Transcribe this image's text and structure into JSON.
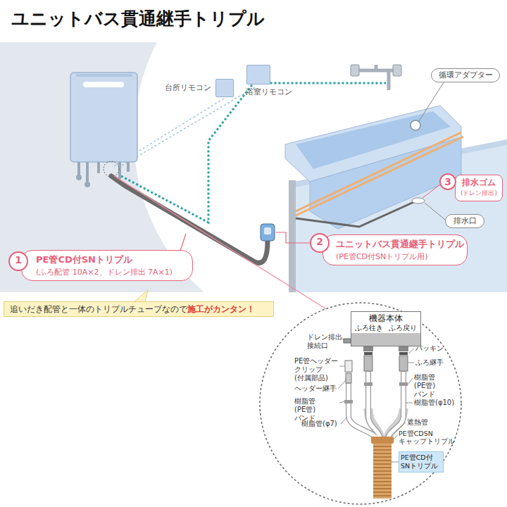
{
  "diagram": {
    "title": "ユニットバス貫通継手トリプル",
    "nodes": [
      {
        "text": [
          "台所リモコン"
        ]
      },
      {
        "text": [
          "浴室リモコン"
        ]
      },
      {
        "text": [
          "循環アダプター"
        ]
      },
      {
        "text": [
          "3"
        ]
      },
      {
        "text": [
          "排水ゴム",
          "(ドレン排出)"
        ]
      },
      {
        "text": [
          "排水口"
        ]
      },
      {
        "text": [
          "1"
        ]
      },
      {
        "text": [
          "PE管CD付SNトリプル",
          "(ふろ配管 10A×2、ドレン排出 7A×1)"
        ]
      },
      {
        "text": [
          "2"
        ]
      },
      {
        "text": [
          "ユニットバス貫通継手トリプル",
          "(PE管CD付SNトリプル用)"
        ]
      },
      {
        "text": [
          "追いだき配管と一体のトリプルチューブなので",
          "施工がカンタン！"
        ]
      },
      {
        "text": [
          "機器本体",
          "ふろ往き",
          "ふろ戻り"
        ]
      },
      {
        "text": [
          "PE管CD付 SNトリプル"
        ]
      }
    ],
    "labels": [
      "ドレン排出 接続口",
      "パッキン",
      "PE管ヘッダー クリップ (付属部品)",
      "ふろ継手",
      "ヘッダー継手",
      "樹脂管(PE管) バンド",
      "樹脂管(φ10)",
      "樹脂管(PE管) バンド",
      "樹脂管(φ7)",
      "遮熱管",
      "PE管CDSN キャップトリプル"
    ]
  }
}
